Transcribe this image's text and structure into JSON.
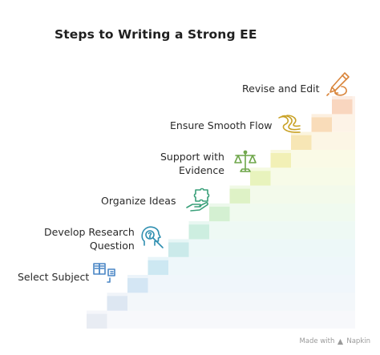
{
  "title": "Steps to Writing a Strong EE",
  "steps": [
    {
      "label": "Select Subject",
      "icon": "book-and-pen-icon",
      "color": "#4a86c5"
    },
    {
      "label": "Develop Research Question",
      "icon": "head-with-magnifier-icon",
      "color": "#2f8fb0"
    },
    {
      "label": "Organize Ideas",
      "icon": "hand-with-puzzle-piece-icon",
      "color": "#3aa07a"
    },
    {
      "label": "Support with Evidence",
      "icon": "balance-scale-icon",
      "color": "#6ea64a"
    },
    {
      "label": "Ensure Smooth Flow",
      "icon": "flowing-waves-icon",
      "color": "#c9a227"
    },
    {
      "label": "Revise and Edit",
      "icon": "pencil-with-arrow-icon",
      "color": "#d9853b"
    }
  ],
  "watermark": "Made with",
  "brand": "Napkin"
}
